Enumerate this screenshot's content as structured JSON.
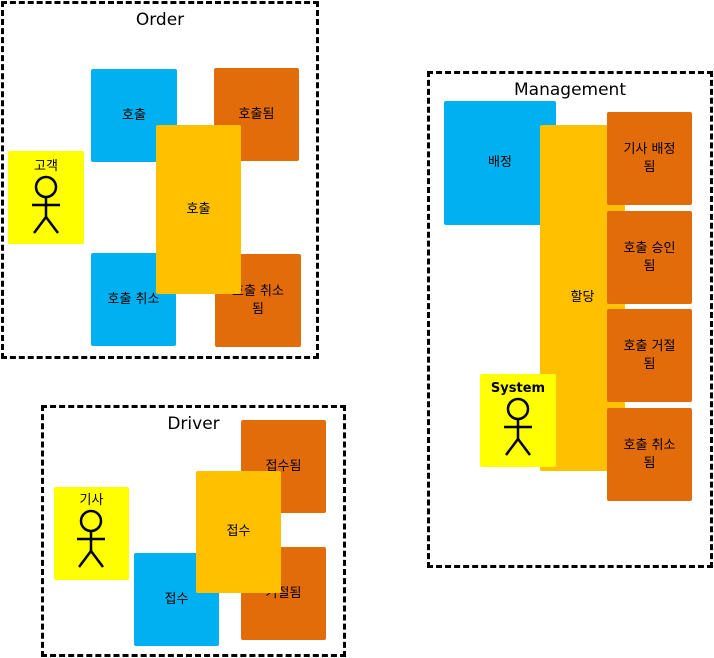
{
  "contexts": {
    "order": {
      "title": "Order",
      "actor": "고객",
      "command_call": "호출",
      "event_called": "호출됨",
      "aggregate": "호출",
      "command_cancel": "호출 취소",
      "event_cancelled": "호출 취소\n됨"
    },
    "driver": {
      "title": "Driver",
      "actor": "기사",
      "event_accepted": "접수됨",
      "aggregate": "접수",
      "command_accept": "접수",
      "event_rejected": "거절됨"
    },
    "management": {
      "title": "Management",
      "command_dispatch": "배정",
      "aggregate": "할당",
      "event_driver_assigned": "기사 배정\n됨",
      "event_call_approved": "호출 승인\n됨",
      "event_call_rejected": "호출 거절\n됨",
      "event_call_cancelled": "호출 취소\n됨",
      "actor": "System"
    }
  },
  "colors": {
    "command": "#00b0f0",
    "event": "#e36c0a",
    "aggregate": "#ffc000",
    "actor": "#ffff00"
  }
}
